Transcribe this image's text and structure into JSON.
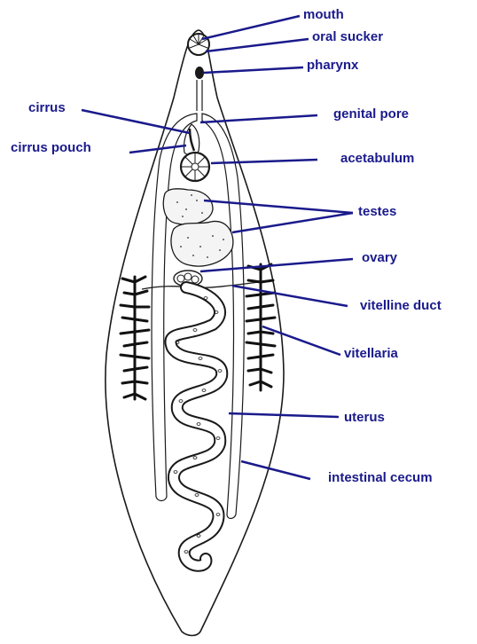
{
  "diagram": {
    "colors": {
      "label": "#1a1a8c",
      "leader": "#1a1a8c",
      "outline": "#1a1a1a",
      "fill": "#ffffff"
    },
    "labels": {
      "mouth": "mouth",
      "oral_sucker": "oral sucker",
      "pharynx": "pharynx",
      "cirrus": "cirrus",
      "genital_pore": "genital pore",
      "cirrus_pouch": "cirrus pouch",
      "acetabulum": "acetabulum",
      "testes": "testes",
      "ovary": "ovary",
      "vitelline_duct": "vitelline duct",
      "vitellaria": "vitellaria",
      "uterus": "uterus",
      "intestinal_cecum": "intestinal cecum"
    }
  }
}
